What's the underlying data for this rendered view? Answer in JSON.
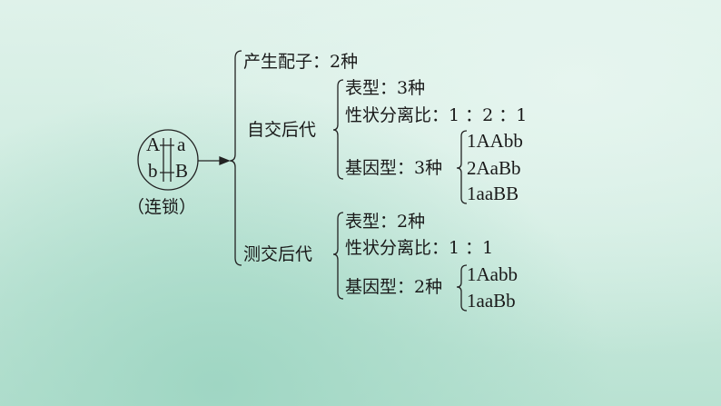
{
  "chromosome": {
    "top_left": "A",
    "top_right": "a",
    "bottom_left": "b",
    "bottom_right": "B",
    "caption": "（连锁）"
  },
  "gametes": "产生配子：2种",
  "selfing": {
    "label": "自交后代",
    "phenotype": "表型：3种",
    "ratio": "性状分离比：1 ：2 ：1",
    "genotype": "基因型：3种",
    "genotypes": [
      "1AAbb",
      "2AaBb",
      "1aaBB"
    ]
  },
  "testcross": {
    "label": "测交后代",
    "phenotype": "表型：2种",
    "ratio": "性状分离比：1 ：1",
    "genotype": "基因型：2种",
    "genotypes": [
      "1Aabb",
      "1aaBb"
    ]
  }
}
